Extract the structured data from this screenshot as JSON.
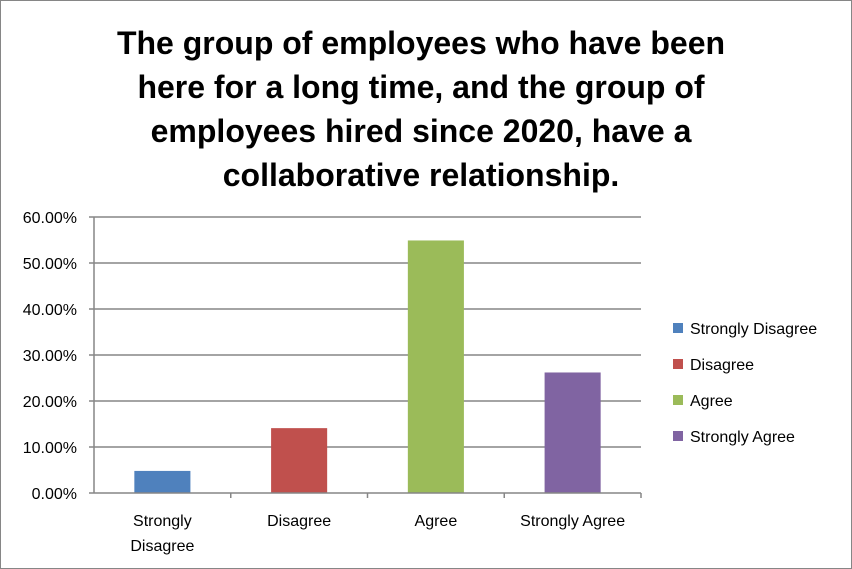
{
  "chart_data": {
    "type": "bar",
    "title": "The group of employees who have been here for a long time, and the group of employees hired since 2020, have a collaborative relationship.",
    "categories": [
      "Strongly Disagree",
      "Disagree",
      "Agree",
      "Strongly Agree"
    ],
    "category_labels": [
      [
        "Strongly",
        "Disagree"
      ],
      [
        "Disagree"
      ],
      [
        "Agree"
      ],
      [
        "Strongly Agree"
      ]
    ],
    "values": [
      4.8,
      14.1,
      54.9,
      26.2
    ],
    "colors": [
      "#4f81bd",
      "#c0504d",
      "#9bbb59",
      "#8064a2"
    ],
    "ylim": [
      0,
      60
    ],
    "yticks": [
      0,
      10,
      20,
      30,
      40,
      50,
      60
    ],
    "ytick_labels": [
      "0.00%",
      "10.00%",
      "20.00%",
      "30.00%",
      "40.00%",
      "50.00%",
      "60.00%"
    ],
    "grid": true,
    "legend": {
      "position": "right",
      "entries": [
        "Strongly Disagree",
        "Disagree",
        "Agree",
        "Strongly Agree"
      ]
    }
  }
}
